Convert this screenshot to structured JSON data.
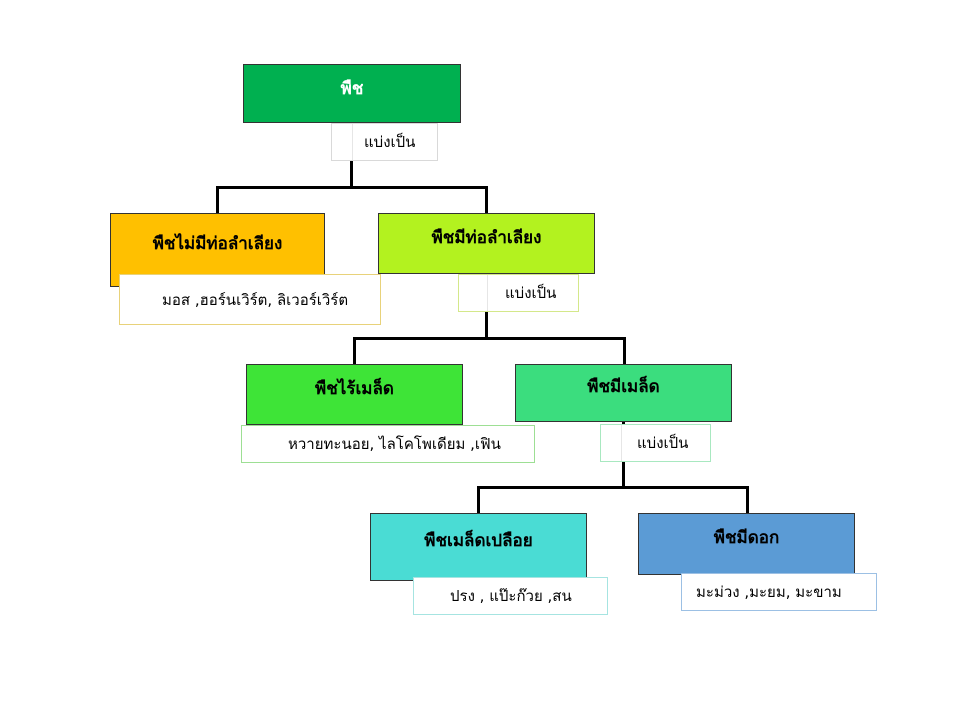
{
  "nodes": {
    "root": {
      "label": "พืช",
      "color": "#00b050"
    },
    "nonvascular": {
      "label": "พืชไม่มีท่อลำเลียง",
      "color": "#ffc000",
      "examples": "มอส ,ฮอร์นเวิร์ต, ลิเวอร์เวิร์ต"
    },
    "vascular": {
      "label": "พืชมีท่อลำเลียง",
      "color": "#b3f21f"
    },
    "seedless": {
      "label": "พืชไร้เมล็ด",
      "color": "#3ee437",
      "examples": "หวายทะนอย, ไลโคโพเดียม ,เฟิน"
    },
    "seed": {
      "label": "พืชมีเมล็ด",
      "color": "#3bdd7e"
    },
    "gymnosperm": {
      "label": "พืชเมล็ดเปลือย",
      "color": "#4adcd4",
      "examples": "ปรง , แป๊ะก๊วย ,สน"
    },
    "angiosperm": {
      "label": "พืชมีดอก",
      "color": "#5b9bd5",
      "examples": "มะม่วง ,มะยม, มะขาม"
    }
  },
  "connectors": {
    "root_split": "แบ่งเป็น",
    "vascular_split": "แบ่งเป็น",
    "seed_split": "แบ่งเป็น"
  }
}
